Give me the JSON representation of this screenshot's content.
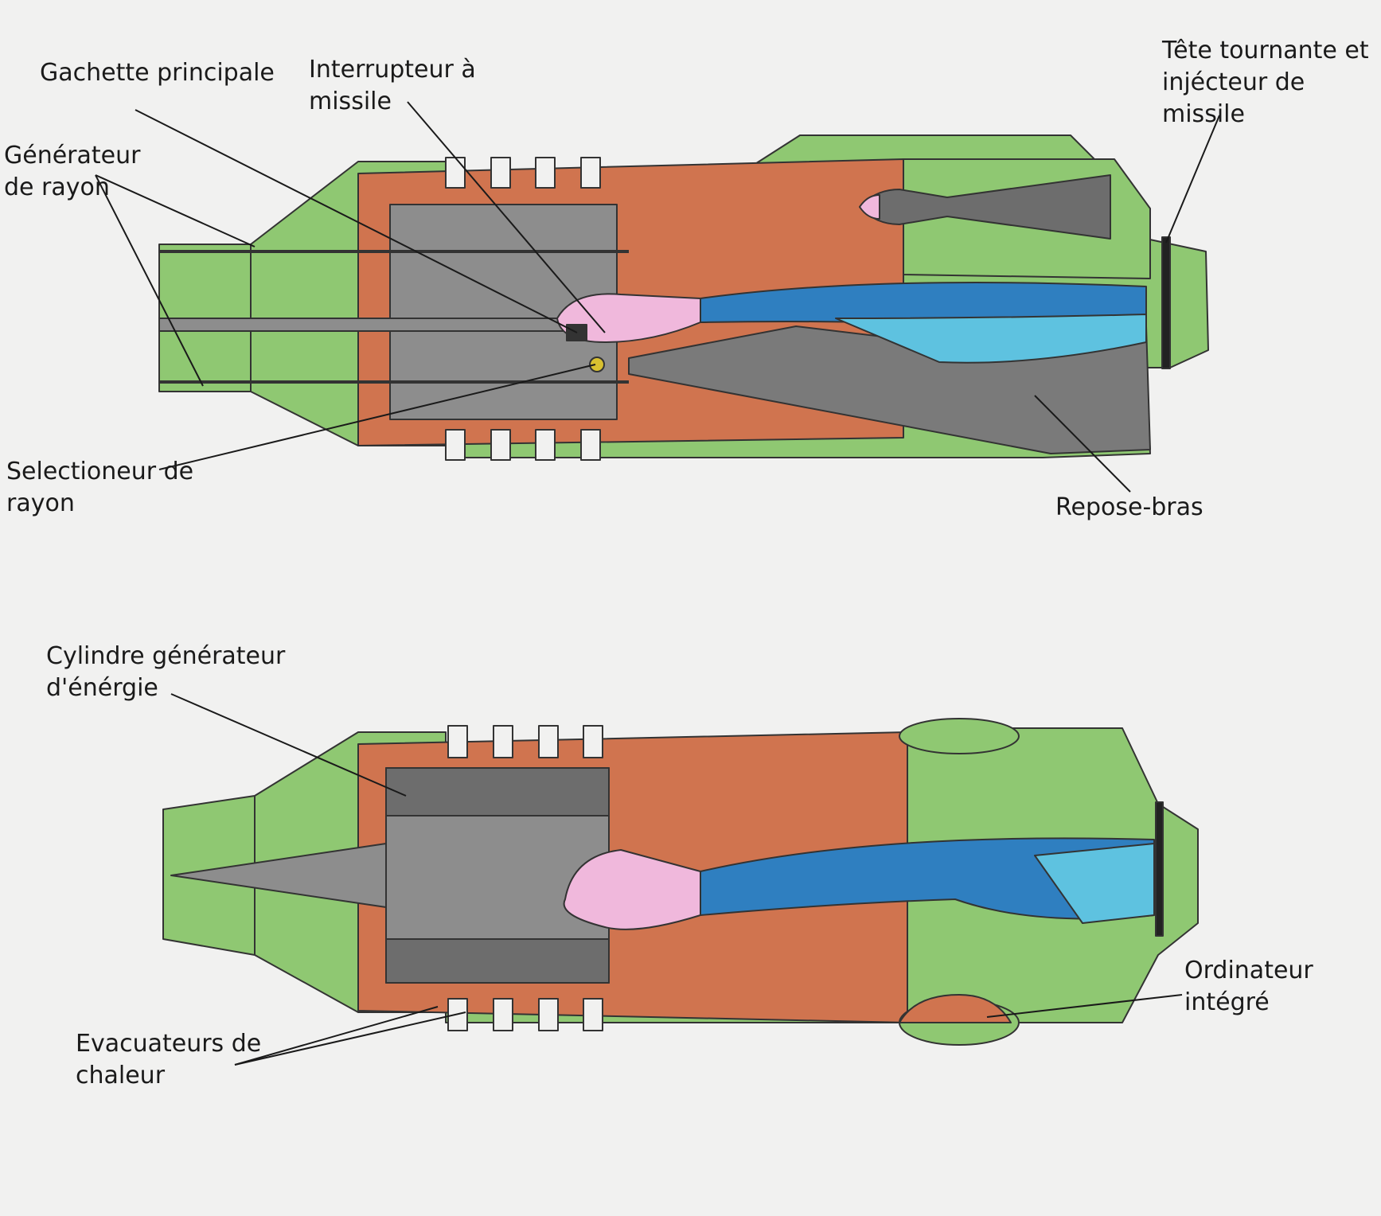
{
  "top_view": {
    "labels": {
      "gachette": [
        "Gachette principale"
      ],
      "interrupteur": [
        "Interrupteur à",
        "missile"
      ],
      "generateur": [
        "Générateur",
        "de rayon"
      ],
      "tete": [
        "Tête tournante et",
        "injécteur de",
        "missile"
      ],
      "selectioneur": [
        "Selectioneur de",
        "rayon"
      ],
      "repose": [
        "Repose-bras"
      ]
    }
  },
  "bottom_view": {
    "labels": {
      "cylindre": [
        "Cylindre générateur",
        "d'énérgie"
      ],
      "evacuateurs": [
        "Evacuateurs de",
        "chaleur"
      ],
      "ordinateur": [
        "Ordinateur",
        "intégré"
      ]
    }
  },
  "colors": {
    "paper": "#f1f1f0",
    "green": "#8fc872",
    "red": "#d0744f",
    "grey": "#8d8d8d",
    "dark_grey": "#6d6d6d",
    "blue": "#2f7fc0",
    "light_blue": "#5ec2e0",
    "pink": "#f0b8dc",
    "yellow": "#d8c030",
    "ink": "#1a1a1a"
  }
}
